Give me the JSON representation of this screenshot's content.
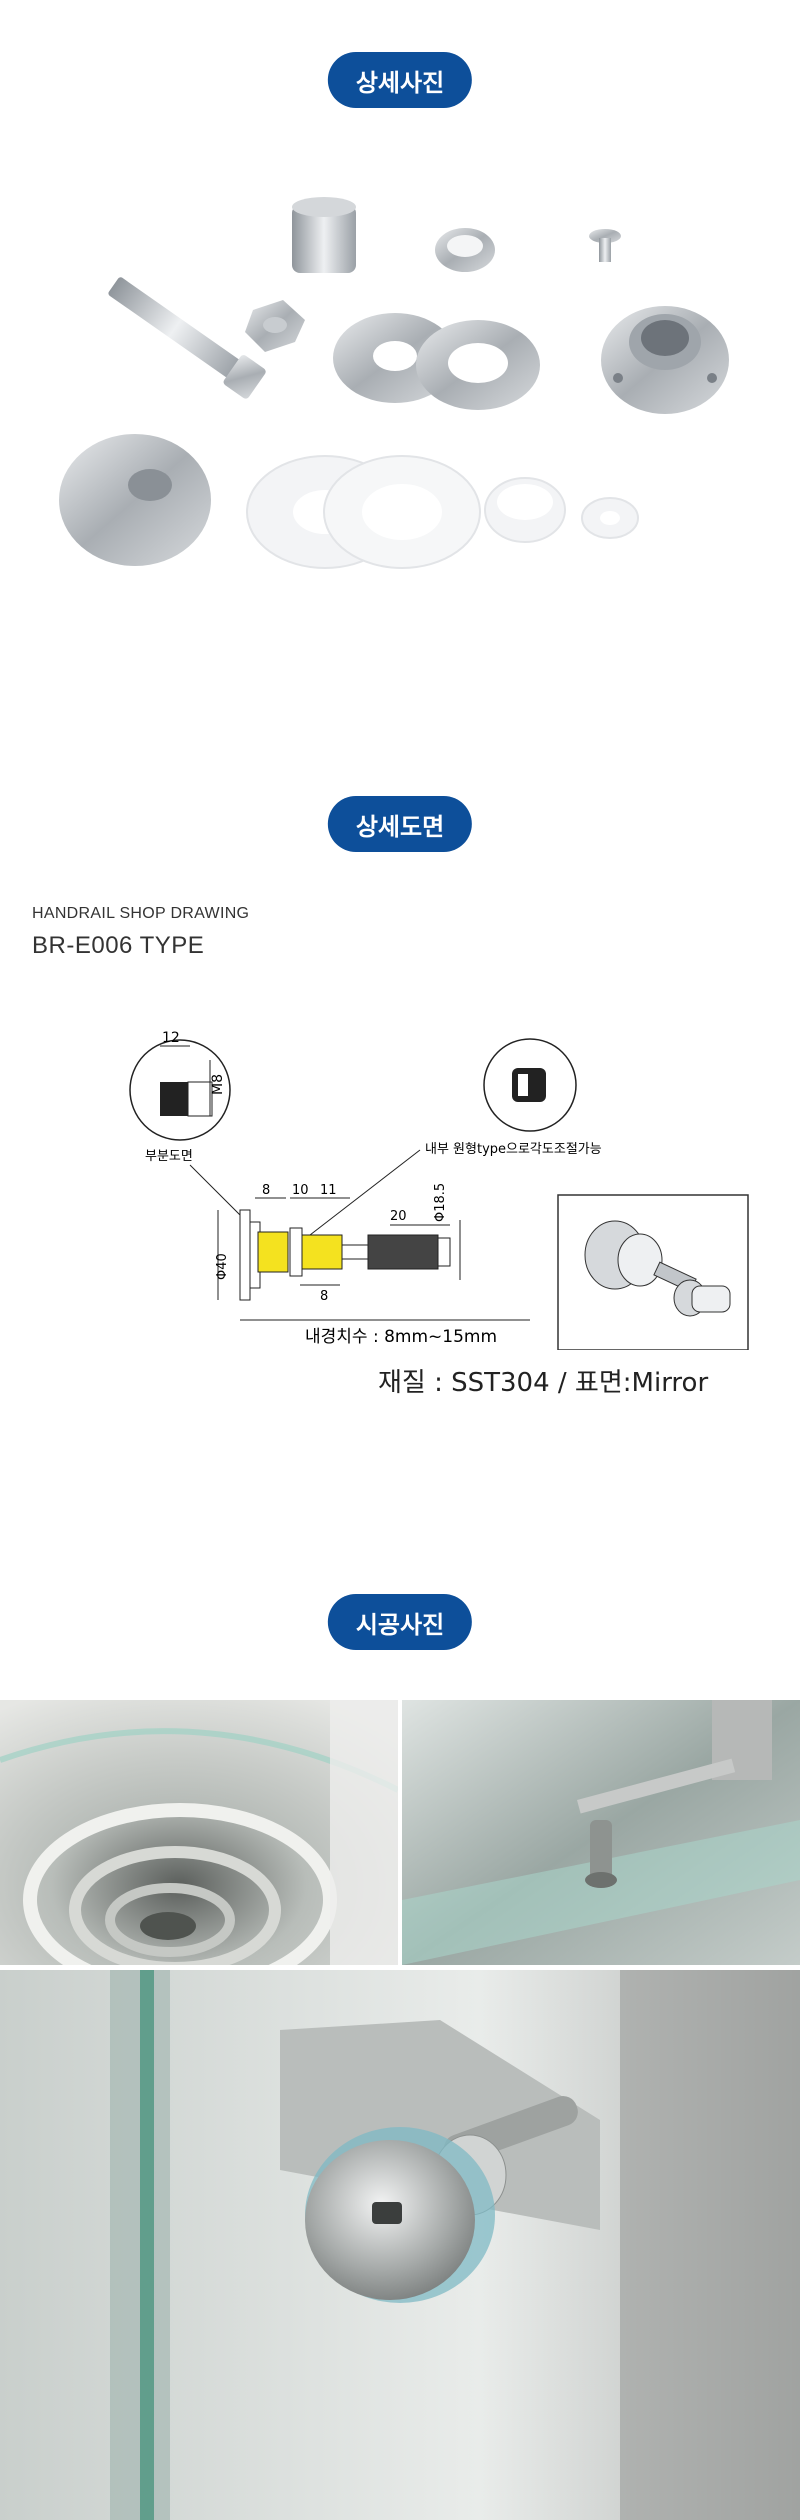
{
  "sections": {
    "detail_photo": "상세사진",
    "detail_drawing": "상세도면",
    "install_photo": "시공사진"
  },
  "drawing": {
    "caption_small": "HANDRAIL SHOP DRAWING",
    "caption_large": "BR-E006 TYPE",
    "dim_12": "12",
    "dim_m8": "M8",
    "partial_view": "부분도면",
    "inner_note": "내부 원형type으로각도조절가능",
    "dim_8a": "8",
    "dim_10": "10",
    "dim_11": "11",
    "dim_20": "20",
    "dim_phi185": "Φ18.5",
    "dim_phi40": "Φ40",
    "dim_8b": "8",
    "inner_size": "내경치수 : 8mm~15mm",
    "material": "재질 : SST304  / 표면:Mirror"
  },
  "colors": {
    "pill": "#0d4f9a",
    "highlight": "#f4e21f",
    "metal": "#b8bcc0"
  }
}
